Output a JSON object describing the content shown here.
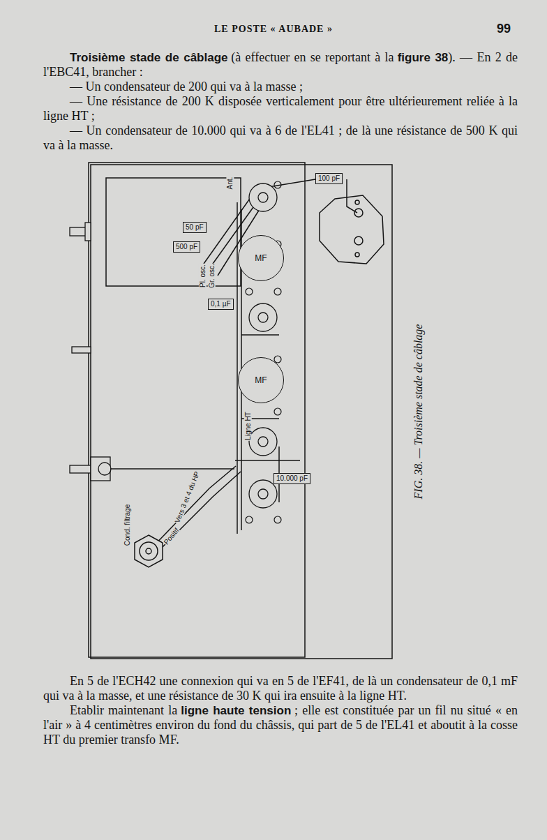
{
  "diagram": {
    "title": "LE POSTE « AUBADE »",
    "caption": "FIG. 38. — Troisième stade de câblage",
    "nodes": [
      {
        "text": [
          "100 pF"
        ]
      },
      {
        "text": [
          "50 pF"
        ]
      },
      {
        "text": [
          "500 pF"
        ]
      },
      {
        "text": [
          "0,1 µF"
        ]
      },
      {
        "text": [
          "MF"
        ]
      },
      {
        "text": [
          "MF"
        ]
      },
      {
        "text": [
          "10.000 pF"
        ]
      }
    ],
    "labels": [
      "99",
      "Troisième stade de câblage",
      "(à effectuer en se reportant à la",
      "figure 38",
      "). — En 2 de l'EBC41, brancher :",
      "— Un condensateur de 200 qui va à la masse ;",
      "— Une résistance de 200 K disposée verticalement pour être ultérieurement reliée à la ligne HT ;",
      "— Un condensateur de 10.000 qui va à 6 de l'EL41 ; de là une résistance de 500 K qui va à la masse.",
      "En 5 de l'ECH42 une connexion qui va en 5 de l'EF41, de là un condensateur de 0,1 mF qui va à la masse, et une résistance de 30 K qui ira ensuite à la ligne HT.",
      "Etablir maintenant la",
      "ligne haute tension",
      "; elle est constituée par un fil nu situé « en l'air » à 4 centimètres environ du fond du châssis, qui part de 5 de l'EL41 et aboutit à la cosse HT du premier transfo MF.",
      "Ant.",
      "Pl. osc.",
      "Gr. osc.",
      "Ligne HT",
      "Vers 3 et 4 du HP",
      "Positif",
      "Cond. filtrage"
    ]
  }
}
